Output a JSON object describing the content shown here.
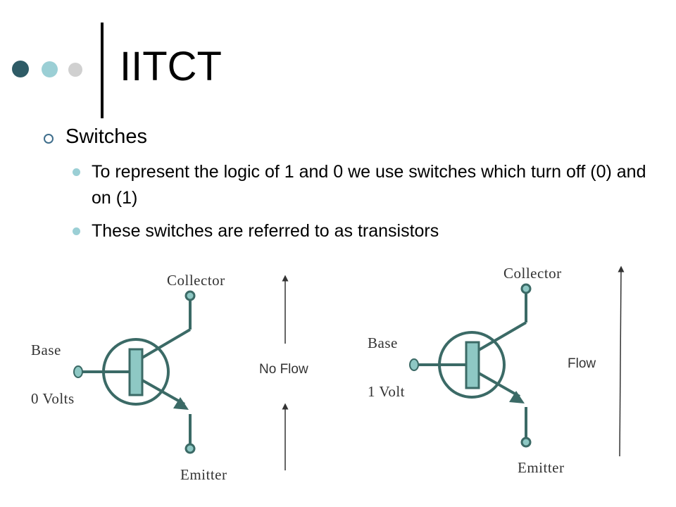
{
  "slide": {
    "title": "IITCT",
    "bullet": "Switches",
    "sub_bullets": [
      "To represent the logic of 1 and 0 we use switches which turn off (0) and on (1)",
      "These switches are referred to as transistors"
    ]
  },
  "decor": {
    "dot_colors": [
      "#2e5b66",
      "#9bcfd5",
      "#d0d0d0"
    ]
  },
  "diagram_left": {
    "collector": "Collector",
    "base": "Base",
    "voltage": "0 Volts",
    "emitter": "Emitter",
    "flow": "No Flow"
  },
  "diagram_right": {
    "collector": "Collector",
    "base": "Base",
    "voltage": "1 Volt",
    "emitter": "Emitter",
    "flow": "Flow"
  },
  "colors": {
    "circuit": "#3b6a66",
    "base_bar": "#8ec8c4",
    "arrow": "#333333"
  }
}
